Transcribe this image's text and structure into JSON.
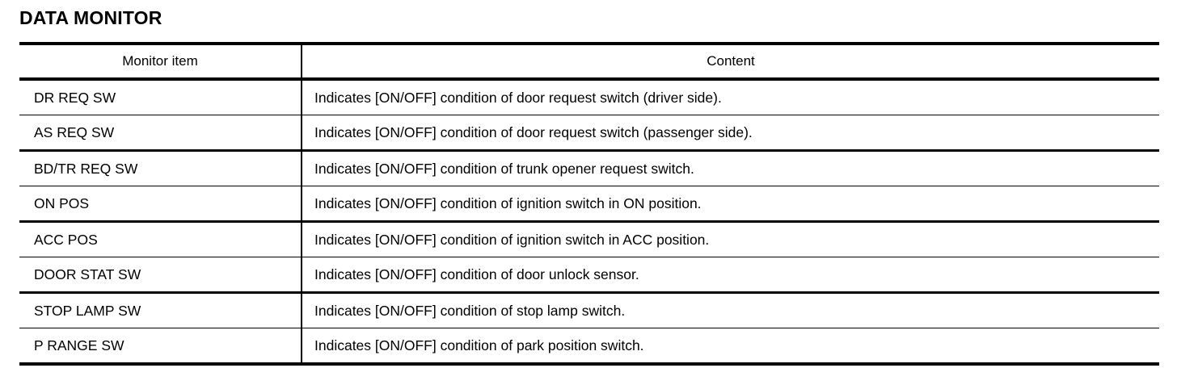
{
  "section": {
    "title": "DATA MONITOR"
  },
  "table": {
    "headers": {
      "item": "Monitor item",
      "content": "Content"
    },
    "rows": [
      {
        "item": "DR REQ SW",
        "content": "Indicates [ON/OFF] condition of door request switch (driver side)."
      },
      {
        "item": "AS REQ SW",
        "content": "Indicates [ON/OFF] condition of door request switch (passenger side)."
      },
      {
        "item": "BD/TR REQ SW",
        "content": "Indicates [ON/OFF] condition of trunk opener request switch."
      },
      {
        "item": "ON POS",
        "content": "Indicates [ON/OFF] condition of ignition switch in ON position."
      },
      {
        "item": "ACC POS",
        "content": "Indicates [ON/OFF] condition of ignition switch in ACC position."
      },
      {
        "item": "DOOR STAT SW",
        "content": "Indicates [ON/OFF] condition of door unlock sensor."
      },
      {
        "item": "STOP LAMP SW",
        "content": "Indicates [ON/OFF] condition of stop lamp switch."
      },
      {
        "item": "P RANGE SW",
        "content": "Indicates [ON/OFF] condition of park position switch."
      }
    ]
  },
  "colors": {
    "text": "#000000",
    "rule": "#000000",
    "background": "#ffffff"
  }
}
